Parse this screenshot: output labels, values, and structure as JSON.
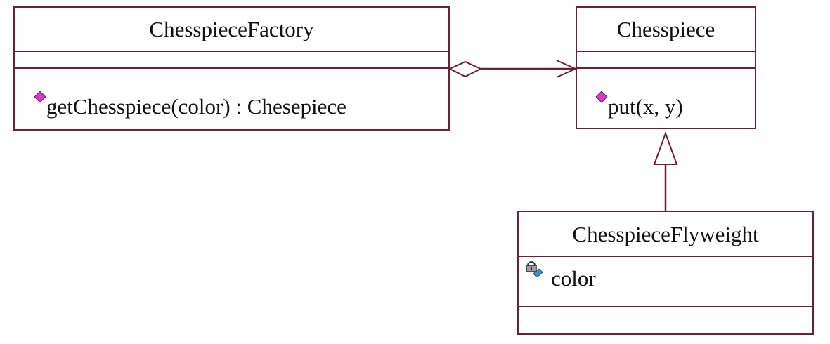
{
  "diagram": {
    "line_color": "#6b1f3a",
    "operation_icon_color": "#d23cc8",
    "attribute_icon_color": "#3b8fd9",
    "classes": {
      "factory": {
        "name": "ChesspieceFactory",
        "attributes": [],
        "operations": [
          "getChesspiece(color) : Chesepiece"
        ]
      },
      "chesspiece": {
        "name": "Chesspiece",
        "attributes": [],
        "operations": [
          "put(x, y)"
        ]
      },
      "flyweight": {
        "name": "ChesspieceFlyweight",
        "attributes": [
          "color"
        ],
        "operations": []
      }
    },
    "relationships": [
      {
        "type": "aggregation",
        "from": "ChesspieceFactory",
        "to": "Chesspiece",
        "navigable": true
      },
      {
        "type": "generalization",
        "from": "ChesspieceFlyweight",
        "to": "Chesspiece"
      }
    ]
  }
}
